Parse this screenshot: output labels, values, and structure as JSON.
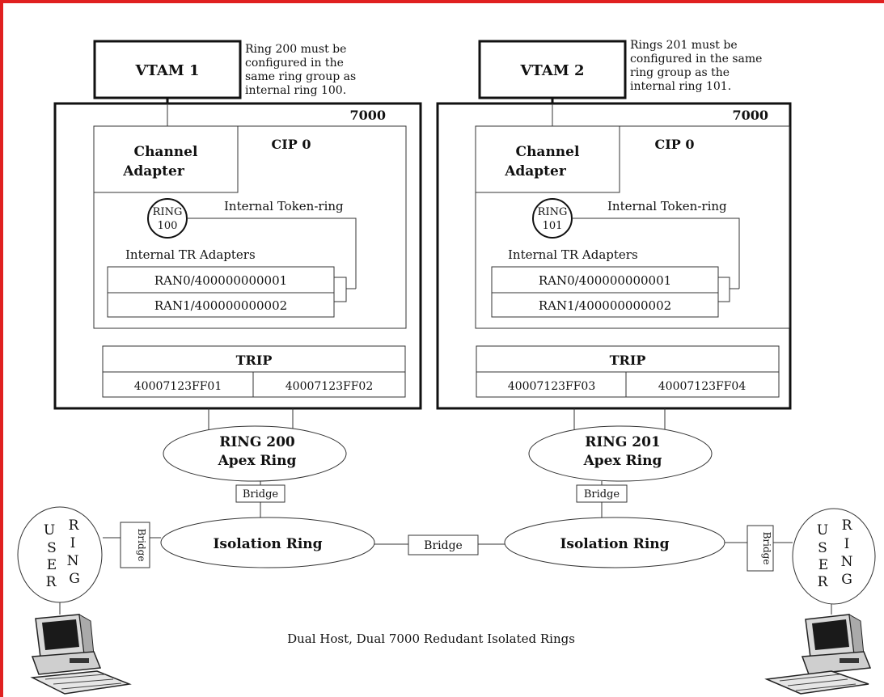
{
  "colors": {
    "border": "#e02020",
    "ink": "#111111",
    "monitor_screen": "#1a1a1a"
  },
  "left": {
    "vtam": "VTAM 1",
    "note": [
      "Ring 200 must be",
      "configured in the",
      "same ring group as",
      "internal ring 100."
    ],
    "router": "7000",
    "cip": "CIP 0",
    "channel_adapter": [
      "Channel",
      "Adapter"
    ],
    "internal_ring": [
      "RING",
      "100"
    ],
    "internal_token_ring": "Internal Token-ring",
    "internal_tr_adapters": "Internal TR Adapters",
    "ran0": "RAN0/400000000001",
    "ran1": "RAN1/400000000002",
    "trip": "TRIP",
    "trip_port_a": "40007123FF01",
    "trip_port_b": "40007123FF02",
    "apex_ring": [
      "RING 200",
      "Apex Ring"
    ],
    "bridge_apex": "Bridge",
    "isolation_ring": "Isolation Ring",
    "bridge_user": "Bridge",
    "user_ring_letters": [
      "U",
      "R",
      "S",
      "I",
      "E",
      "N",
      "R",
      "G"
    ]
  },
  "right": {
    "vtam": "VTAM 2",
    "note": [
      "Rings 201 must be",
      "configured in the same",
      "ring group as the",
      "internal ring 101."
    ],
    "router": "7000",
    "cip": "CIP 0",
    "channel_adapter": [
      "Channel",
      "Adapter"
    ],
    "internal_ring": [
      "RING",
      "101"
    ],
    "internal_token_ring": "Internal Token-ring",
    "internal_tr_adapters": "Internal TR Adapters",
    "ran0": "RAN0/400000000001",
    "ran1": "RAN1/400000000002",
    "trip": "TRIP",
    "trip_port_a": "40007123FF03",
    "trip_port_b": "40007123FF04",
    "apex_ring": [
      "RING 201",
      "Apex Ring"
    ],
    "bridge_apex": "Bridge",
    "isolation_ring": "Isolation Ring",
    "bridge_user": "Bridge",
    "user_ring_letters": [
      "U",
      "R",
      "S",
      "I",
      "E",
      "N",
      "R",
      "G"
    ]
  },
  "middle_bridge": "Bridge",
  "caption": "Dual Host, Dual 7000 Redudant Isolated Rings",
  "icons": [
    "computer-icon",
    "computer-icon"
  ]
}
